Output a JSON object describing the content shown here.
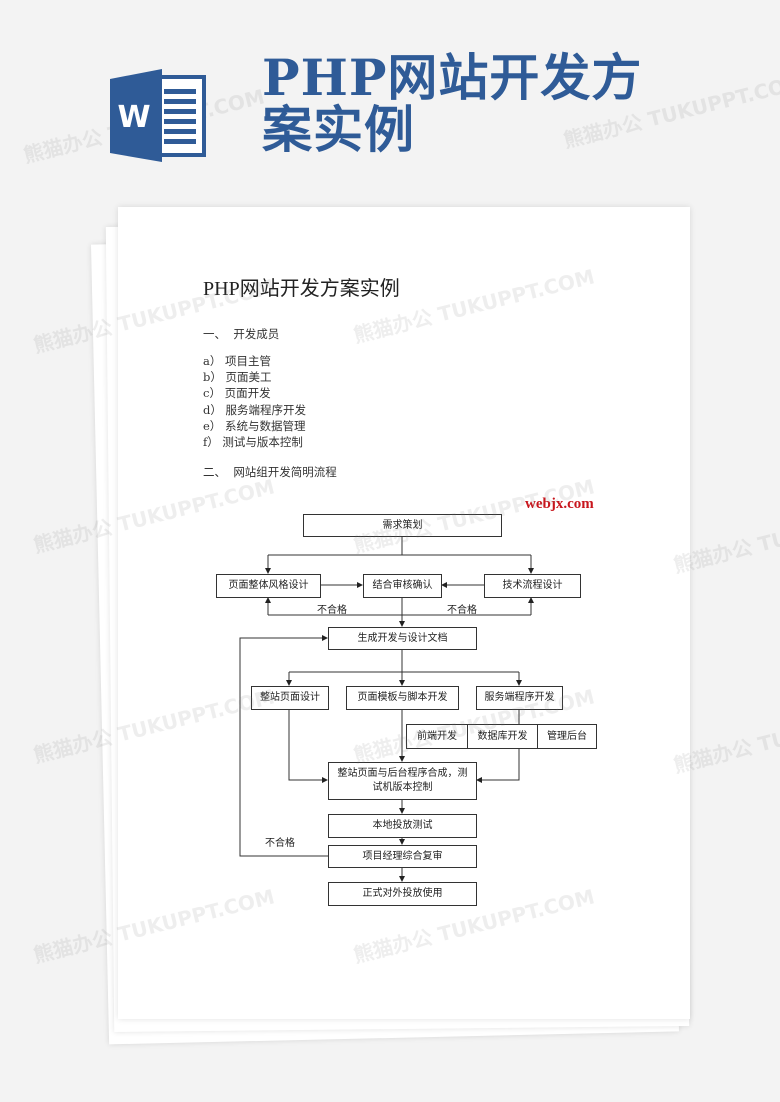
{
  "header": {
    "app_icon": "word-icon",
    "app_icon_letter": "W",
    "title": "PHP网站开发方案实例",
    "accent_color": "#2f5b97"
  },
  "document": {
    "title": "PHP网站开发方案实例",
    "section1": {
      "number": "一、",
      "heading": "开发成员"
    },
    "members": [
      {
        "marker": "a）",
        "text": "项目主管"
      },
      {
        "marker": "b）",
        "text": "页面美工"
      },
      {
        "marker": "c）",
        "text": "页面开发"
      },
      {
        "marker": "d）",
        "text": "服务端程序开发"
      },
      {
        "marker": "e）",
        "text": "系统与数据管理"
      },
      {
        "marker": "f）",
        "text": "测试与版本控制"
      }
    ],
    "section2": {
      "number": "二、",
      "heading": "网站组开发简明流程"
    },
    "brand": "webjx.com",
    "flowchart": {
      "requirements": "需求策划",
      "style_design": "页面整体风格设计",
      "review": "结合审核确认",
      "tech_design": "技术流程设计",
      "fail_left": "不合格",
      "fail_right": "不合格",
      "docs": "生成开发与设计文档",
      "site_design": "整站页面设计",
      "template_dev": "页面模板与脚本开发",
      "server_dev": "服务端程序开发",
      "frontend": "前端开发",
      "database": "数据库开发",
      "admin": "管理后台",
      "integration": "整站页面与后台程序合成，测试机版本控制",
      "local_test": "本地投放测试",
      "pm_review": "项目经理综合复审",
      "fail_loop": "不合格",
      "release": "正式对外投放使用"
    }
  },
  "watermark": "熊猫办公 TUKUPPT.COM"
}
